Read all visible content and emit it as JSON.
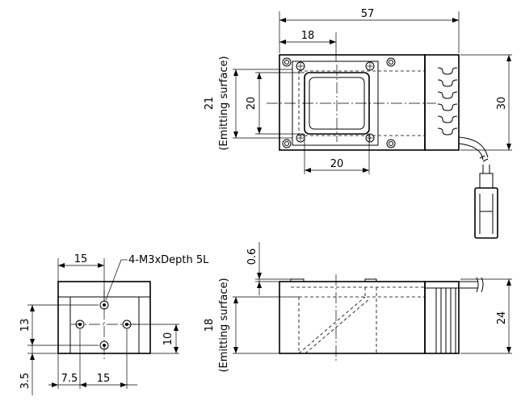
{
  "top_view": {
    "dim_overall_length": "57",
    "dim_window_offset": "18",
    "dim_emitting_width": "21",
    "dim_window_height": "20",
    "dim_body_height": "30",
    "dim_window_width": "20",
    "emitting_surface_label": "(Emitting surface)"
  },
  "end_view": {
    "dim_top_15": "15",
    "hole_note": "4-M3xDepth 5L",
    "dim_13": "13",
    "dim_10": "10",
    "dim_3_5": "3.5",
    "dim_7_5": "7.5",
    "dim_bottom_15": "15"
  },
  "side_view": {
    "dim_0_6": "0.6",
    "dim_emitting_height": "18",
    "dim_height": "24",
    "emitting_surface_label": "(Emitting surface)"
  }
}
